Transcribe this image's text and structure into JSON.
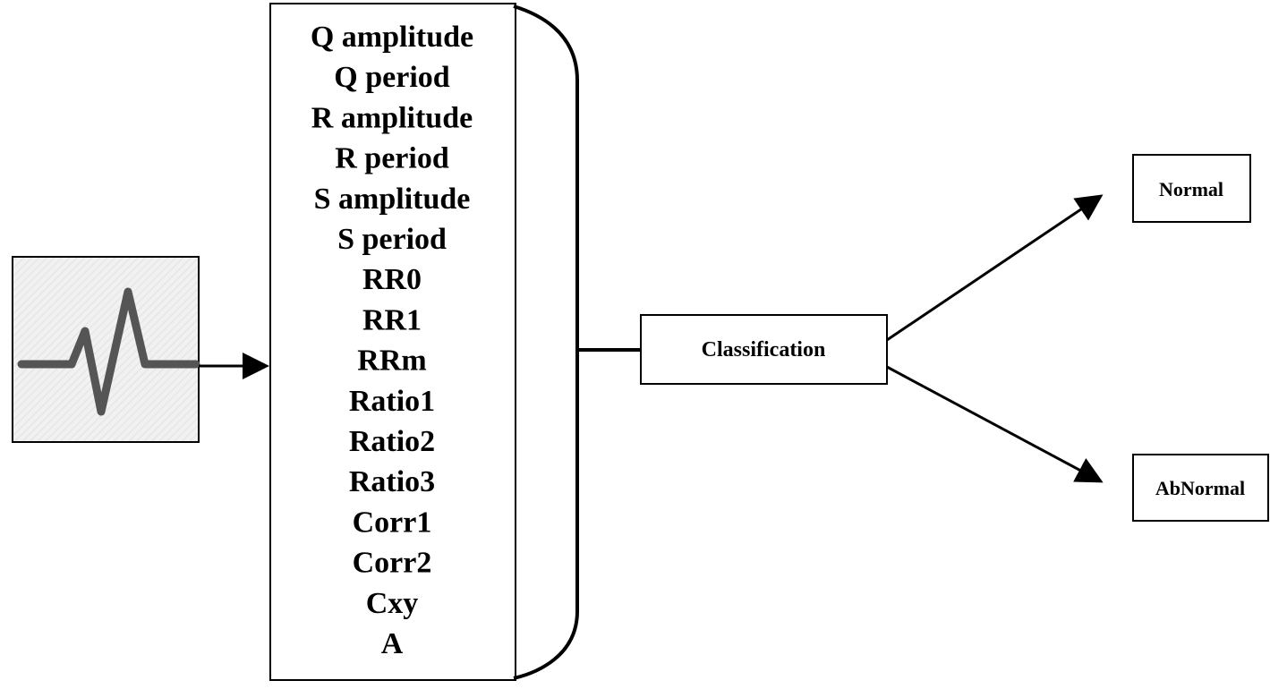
{
  "features": [
    "Q amplitude",
    "Q period",
    "R amplitude",
    "R period",
    "S amplitude",
    "S period",
    "RR0",
    "RR1",
    "RRm",
    "Ratio1",
    "Ratio2",
    "Ratio3",
    "Corr1",
    "Corr2",
    "Cxy",
    "A"
  ],
  "classifier": {
    "label": "Classification"
  },
  "outputs": {
    "normal": "Normal",
    "abnormal": "AbNormal"
  },
  "colors": {
    "line": "#000000",
    "signal_stroke": "#555555",
    "signal_box_fill": "#f1f1f1",
    "background": "#ffffff"
  },
  "icons": {
    "input_signal": "ecg-waveform-icon"
  }
}
